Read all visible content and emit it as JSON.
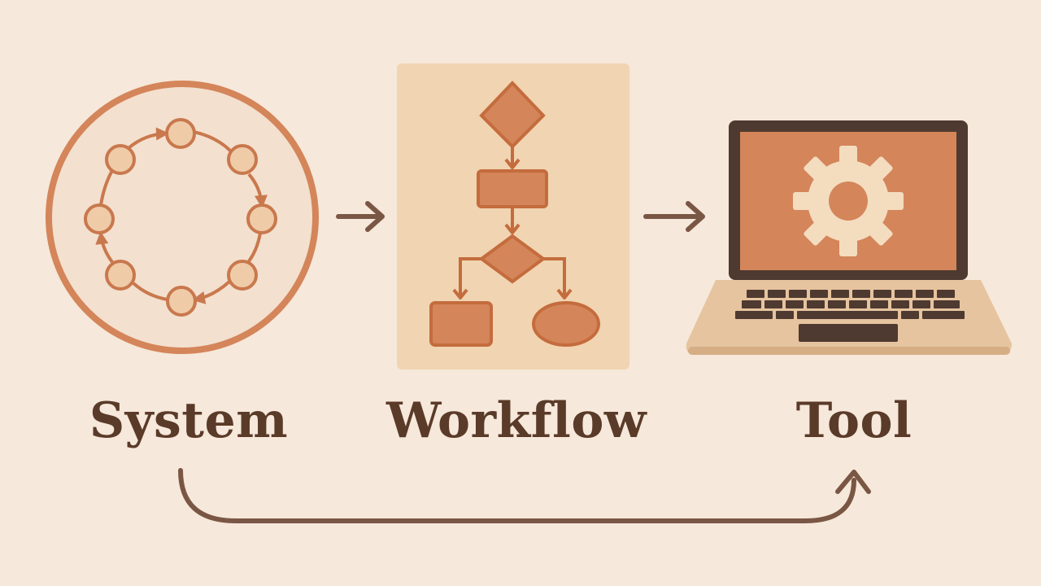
{
  "stages": [
    {
      "label": "System"
    },
    {
      "label": "Workflow"
    },
    {
      "label": "Tool"
    }
  ],
  "colors": {
    "background": "#f6e8da",
    "accent": "#d4855a",
    "accent_light": "#efcba8",
    "panel": "#f1d4b1",
    "arrow": "#7a5644",
    "text": "#5a3a28",
    "laptop_frame": "#4e3a30",
    "laptop_base": "#e6c49f",
    "gear": "#f4dcbf"
  },
  "icons": {
    "system": "cycle-of-nodes-icon",
    "workflow": "flowchart-icon",
    "tool": "laptop-with-gear-icon"
  }
}
